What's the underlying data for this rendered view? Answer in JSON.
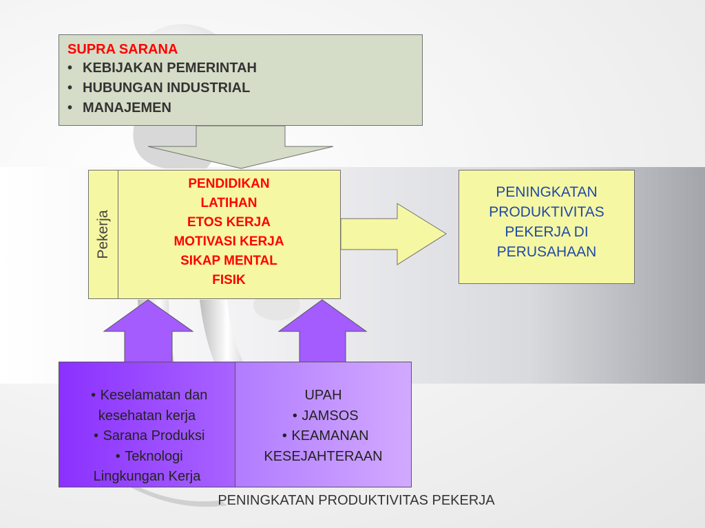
{
  "supra_sarana": {
    "title": "SUPRA SARANA",
    "items": [
      "KEBIJAKAN PEMERINTAH",
      "HUBUNGAN INDUSTRIAL",
      "MANAJEMEN"
    ]
  },
  "pekerja": {
    "side_label": "Pekerja",
    "factors": [
      "PENDIDIKAN",
      "LATIHAN",
      "ETOS KERJA",
      "MOTIVASI KERJA",
      "SIKAP MENTAL",
      "FISIK"
    ]
  },
  "result": {
    "lines": [
      "PENINGKATAN",
      "PRODUKTIVITAS",
      "PEKERJA DI",
      "PERUSAHAAN"
    ]
  },
  "left_support": {
    "items": [
      "Keselamatan dan",
      "kesehatan kerja",
      "Sarana Produksi",
      "Teknologi",
      "Lingkungan Kerja"
    ]
  },
  "right_support": {
    "items": [
      "UPAH",
      "JAMSOS",
      "KEAMANAN",
      "KESEJAHTERAAN"
    ]
  },
  "bottom_title": "PENINGKATAN PRODUKTIVITAS PEKERJA",
  "colors": {
    "supra_fill": "#d5dcc7",
    "yellow_fill": "#f6f7a2",
    "red_text": "#ff0000",
    "blue_text": "#1f4aa8",
    "purple_dark": "#8b31ff",
    "purple_light": "#c692ff"
  }
}
